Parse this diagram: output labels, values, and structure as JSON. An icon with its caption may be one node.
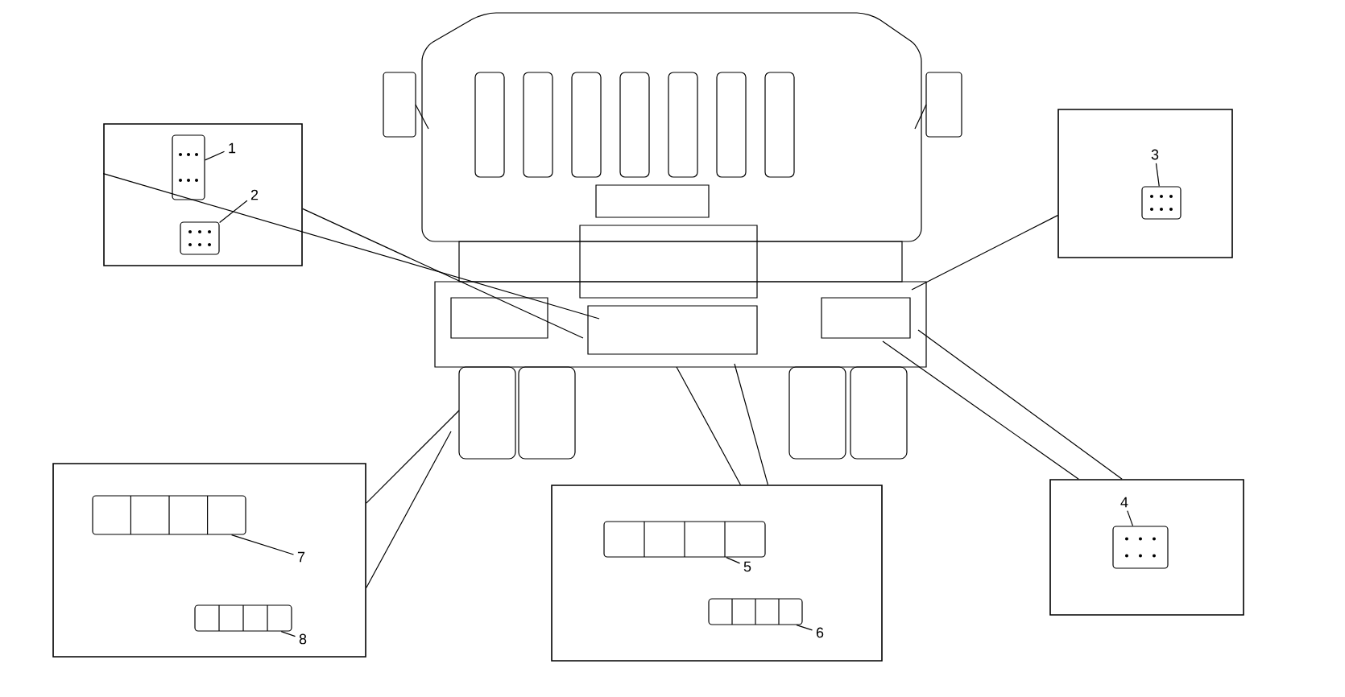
{
  "diagram": {
    "nodes": [
      {
        "text": [],
        "shape": "picture"
      },
      {
        "text": [],
        "shape": "box"
      },
      {
        "text": [
          "1"
        ],
        "in": 1
      },
      {
        "text": [],
        "shape": "picture",
        "in": 1
      },
      {
        "text": [
          "2"
        ],
        "in": 1
      },
      {
        "text": [],
        "shape": "picture",
        "in": 1
      },
      {
        "text": [],
        "shape": "box"
      },
      {
        "text": [
          "3"
        ],
        "in": 6
      },
      {
        "text": [],
        "shape": "picture",
        "in": 6
      },
      {
        "text": [],
        "shape": "box"
      },
      {
        "text": [
          "7"
        ],
        "in": 9
      },
      {
        "text": [],
        "shape": "picture",
        "in": 9
      },
      {
        "text": [
          "8"
        ],
        "in": 9
      },
      {
        "text": [],
        "shape": "picture",
        "in": 9
      },
      {
        "text": [],
        "shape": "box"
      },
      {
        "text": [
          "5"
        ],
        "in": 14
      },
      {
        "text": [],
        "shape": "picture",
        "in": 14
      },
      {
        "text": [
          "6"
        ],
        "in": 14
      },
      {
        "text": [],
        "shape": "picture",
        "in": 14
      },
      {
        "text": [],
        "shape": "box"
      },
      {
        "text": [
          "4"
        ],
        "in": 19
      },
      {
        "text": [],
        "shape": "picture",
        "in": 19
      }
    ],
    "edges": [
      {
        "from": 2,
        "to": 3,
        "arrow": "none"
      },
      {
        "from": 4,
        "to": 5,
        "arrow": "none"
      },
      {
        "from": 7,
        "to": 8,
        "arrow": "none"
      },
      {
        "from": 10,
        "to": 11,
        "arrow": "none"
      },
      {
        "from": 12,
        "to": 13,
        "arrow": "none"
      },
      {
        "from": 15,
        "to": 16,
        "arrow": "none"
      },
      {
        "from": 17,
        "to": 18,
        "arrow": "none"
      },
      {
        "from": 20,
        "to": 21,
        "arrow": "none"
      },
      {
        "from": 1,
        "to": 0,
        "arrow": "none"
      },
      {
        "from": 1,
        "to": 0,
        "arrow": "none"
      },
      {
        "from": 6,
        "to": 0,
        "arrow": "none"
      },
      {
        "from": 9,
        "to": 0,
        "arrow": "none"
      },
      {
        "from": 9,
        "to": 0,
        "arrow": "none"
      },
      {
        "from": 14,
        "to": 0,
        "arrow": "none"
      },
      {
        "from": 14,
        "to": 0,
        "arrow": "none"
      },
      {
        "from": 19,
        "to": 0,
        "arrow": "none"
      },
      {
        "from": 19,
        "to": 0,
        "arrow": "none"
      }
    ]
  }
}
